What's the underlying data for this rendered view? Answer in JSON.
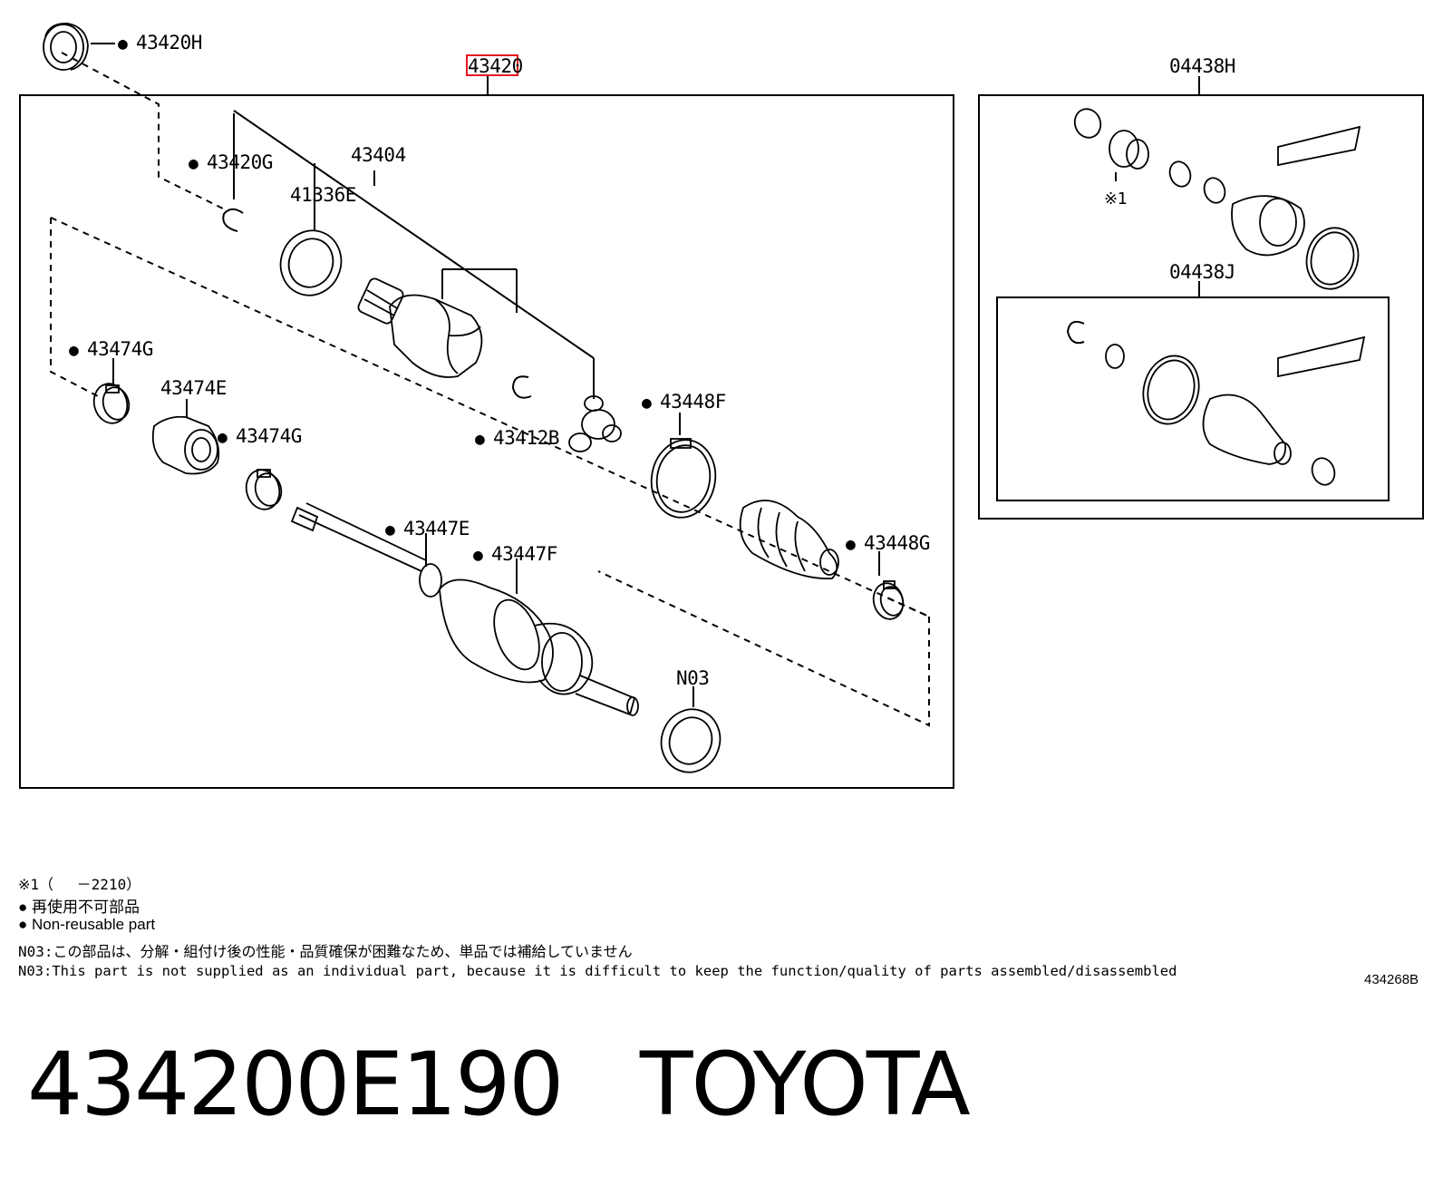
{
  "header": {
    "assembly_number": "43420",
    "kit_number_outer": "04438H",
    "kit_number_inner": "04438J"
  },
  "callouts": {
    "c43420H": "43420H",
    "c43420G": "43420G",
    "c43404": "43404",
    "c41336E": "41336E",
    "c43474G_a": "43474G",
    "c43474E": "43474E",
    "c43474G_b": "43474G",
    "c43412B": "43412B",
    "c43448F": "43448F",
    "c43447E": "43447E",
    "c43447F": "43447F",
    "c43448G": "43448G",
    "cN03": "N03",
    "cNote1": "※1"
  },
  "notes": {
    "range": "※1（　 －2210）",
    "nonreusable_jp": "再使用不可部品",
    "nonreusable_en": "Non-reusable part",
    "n03_jp": "N03:この部品は、分解・組付け後の性能・品質確保が困難なため、単品では補給していません",
    "n03_en": "N03:This part is not supplied as an individual part, because it is difficult to keep the function/quality of parts assembled/disassembled",
    "bullet": "●"
  },
  "diagram_code": "434268B",
  "footer": {
    "part_number": "434200E190",
    "brand": "TOYOTA"
  },
  "colors": {
    "line": "#000000",
    "highlight": "#e8141c"
  }
}
